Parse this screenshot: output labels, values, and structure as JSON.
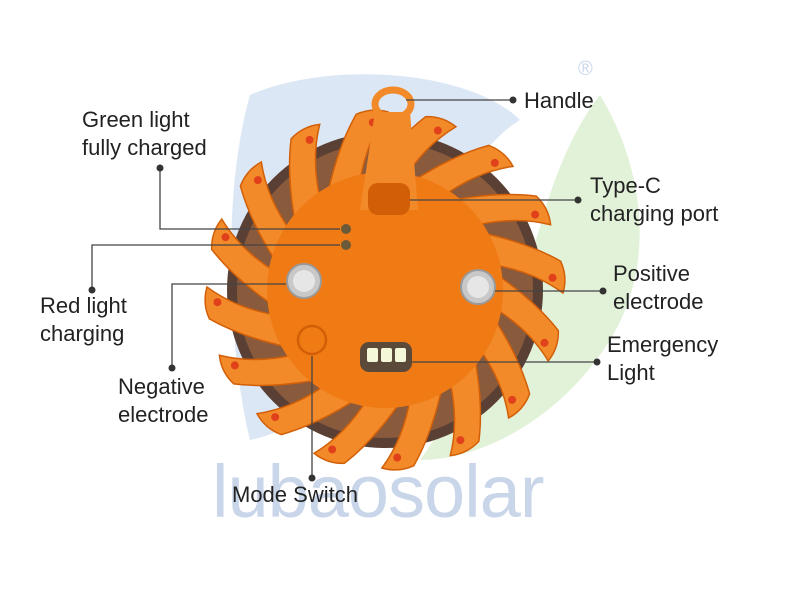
{
  "brand": {
    "watermark": "lubaosolar",
    "registered": "®"
  },
  "colors": {
    "body": "#f07a14",
    "arm": "#f28a2a",
    "arm_dark": "#d25f08",
    "inner_dark": "#5a4034",
    "line": "#444444",
    "leaf_blue": "#dce7f5",
    "leaf_green": "#e2f2d9"
  },
  "labels": {
    "green_light": {
      "line1": "Green light",
      "line2": "fully charged"
    },
    "red_light": {
      "line1": "Red light",
      "line2": "charging"
    },
    "negative": {
      "line1": "Negative",
      "line2": "electrode"
    },
    "mode_switch": {
      "line1": "Mode Switch"
    },
    "handle": {
      "line1": "Handle"
    },
    "type_c": {
      "line1": "Type-C",
      "line2": "charging port"
    },
    "positive": {
      "line1": "Positive",
      "line2": "electrode"
    },
    "emergency": {
      "line1": "Emergency",
      "line2": "Light"
    }
  }
}
